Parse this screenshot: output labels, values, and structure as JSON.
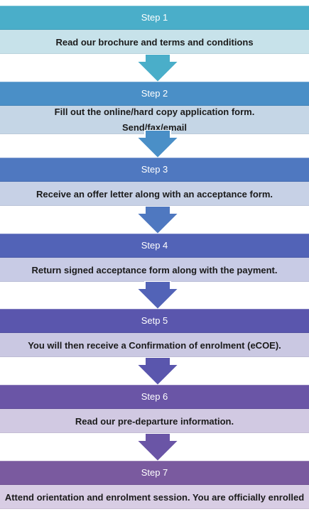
{
  "steps": [
    {
      "label": "Step 1",
      "lines": [
        "Read our brochure and terms and conditions"
      ]
    },
    {
      "label": "Step 2",
      "lines": [
        "Fill out the online/hard copy application form.",
        "Send/fax/email"
      ]
    },
    {
      "label": "Step 3",
      "lines": [
        "Receive an offer letter along with an acceptance form."
      ]
    },
    {
      "label": "Step 4",
      "lines": [
        "Return signed acceptance form along with the payment."
      ]
    },
    {
      "label": "Setp 5",
      "lines": [
        "You will then receive a Confirmation of enrolment (eCOE)."
      ]
    },
    {
      "label": "Step 6",
      "lines": [
        "Read our pre-departure information."
      ]
    },
    {
      "label": "Step 7",
      "lines": [
        "Attend orientation and enrolment session. You are officially enrolled"
      ]
    }
  ],
  "colors": {
    "step_headers": [
      "#4aaec9",
      "#4a8fc7",
      "#4f78c0",
      "#5263b7",
      "#5a56ad",
      "#6a55a6",
      "#7a5a9f"
    ],
    "step_bodies": [
      "#c7e2ea",
      "#c5d6e6",
      "#c7d1e6",
      "#c8cbe5",
      "#cac8e2",
      "#d1c9e2",
      "#d8cde4"
    ],
    "arrows": [
      "#4aaec9",
      "#4a8fc7",
      "#4f78c0",
      "#5263b7",
      "#5a56ad",
      "#6a55a6"
    ]
  }
}
